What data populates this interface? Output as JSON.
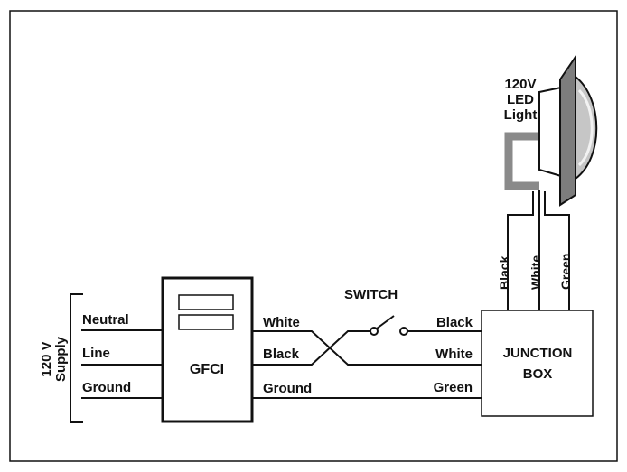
{
  "supply": {
    "label_line1": "120 V",
    "label_line2": "Supply"
  },
  "supply_terminals": {
    "neutral": "Neutral",
    "line": "Line",
    "ground": "Ground"
  },
  "gfci": {
    "label": "GFCI"
  },
  "wires_left": {
    "white": "White",
    "black": "Black",
    "ground": "Ground"
  },
  "switch": {
    "label": "SWITCH"
  },
  "wires_right": {
    "black": "Black",
    "white": "White",
    "green": "Green"
  },
  "junction_box": {
    "line1": "JUNCTION",
    "line2": "BOX"
  },
  "light_wires": {
    "black": "Black",
    "white": "White",
    "green": "Green"
  },
  "light": {
    "line1": "120V",
    "line2": "LED",
    "line3": "Light"
  },
  "colors": {
    "stroke": "#111111",
    "cable_gray": "#8a8a8a",
    "fixture_gray": "#7d7d7d",
    "lens_gray": "#c6c6c6"
  }
}
